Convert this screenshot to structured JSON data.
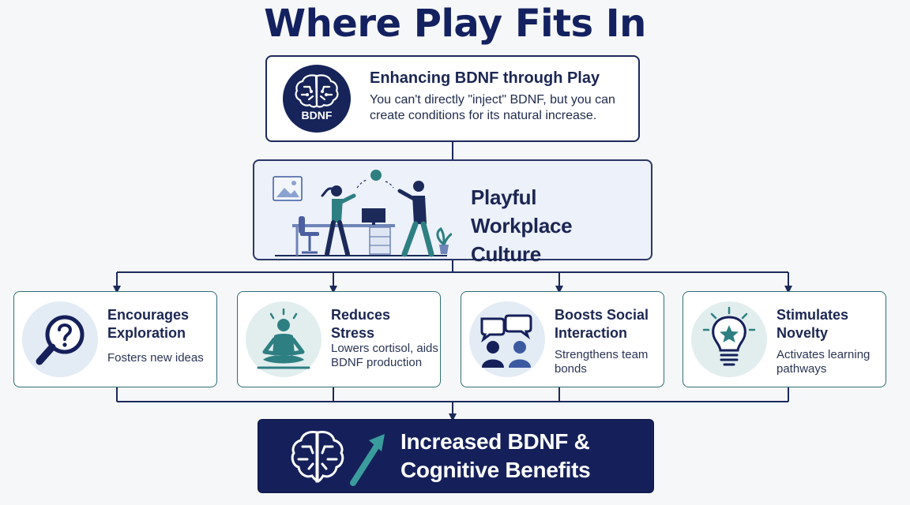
{
  "title": "Where Play Fits In",
  "top_node": {
    "icon_label": "BDNF",
    "heading": "Enhancing BDNF through Play",
    "description": "You can't directly \"inject\" BDNF, but you can create conditions for its natural increase."
  },
  "middle_node": {
    "heading_line1": "Playful",
    "heading_line2": "Workplace Culture"
  },
  "cards": [
    {
      "heading_line1": "Encourages",
      "heading_line2": "Exploration",
      "description": "Fosters new ideas",
      "icon": "magnifier-question-icon"
    },
    {
      "heading_line1": "Reduces",
      "heading_line2": "Stress",
      "description": "Lowers cortisol, aids BDNF production",
      "icon": "meditation-icon"
    },
    {
      "heading_line1": "Boosts Social",
      "heading_line2": "Interaction",
      "description": "Strengthens team bonds",
      "icon": "people-chat-icon"
    },
    {
      "heading_line1": "Stimulates",
      "heading_line2": "Novelty",
      "description": "Activates learning pathways",
      "icon": "lightbulb-star-icon"
    }
  ],
  "bottom_node": {
    "heading_line1": "Increased BDNF &",
    "heading_line2": "Cognitive Benefits",
    "icon": "brain-arrow-up-icon"
  },
  "colors": {
    "navy": "#15205a",
    "teal": "#2e7f82",
    "card_icon_bg": "#e3ebf4",
    "page_bg": "#f6f7f8"
  }
}
